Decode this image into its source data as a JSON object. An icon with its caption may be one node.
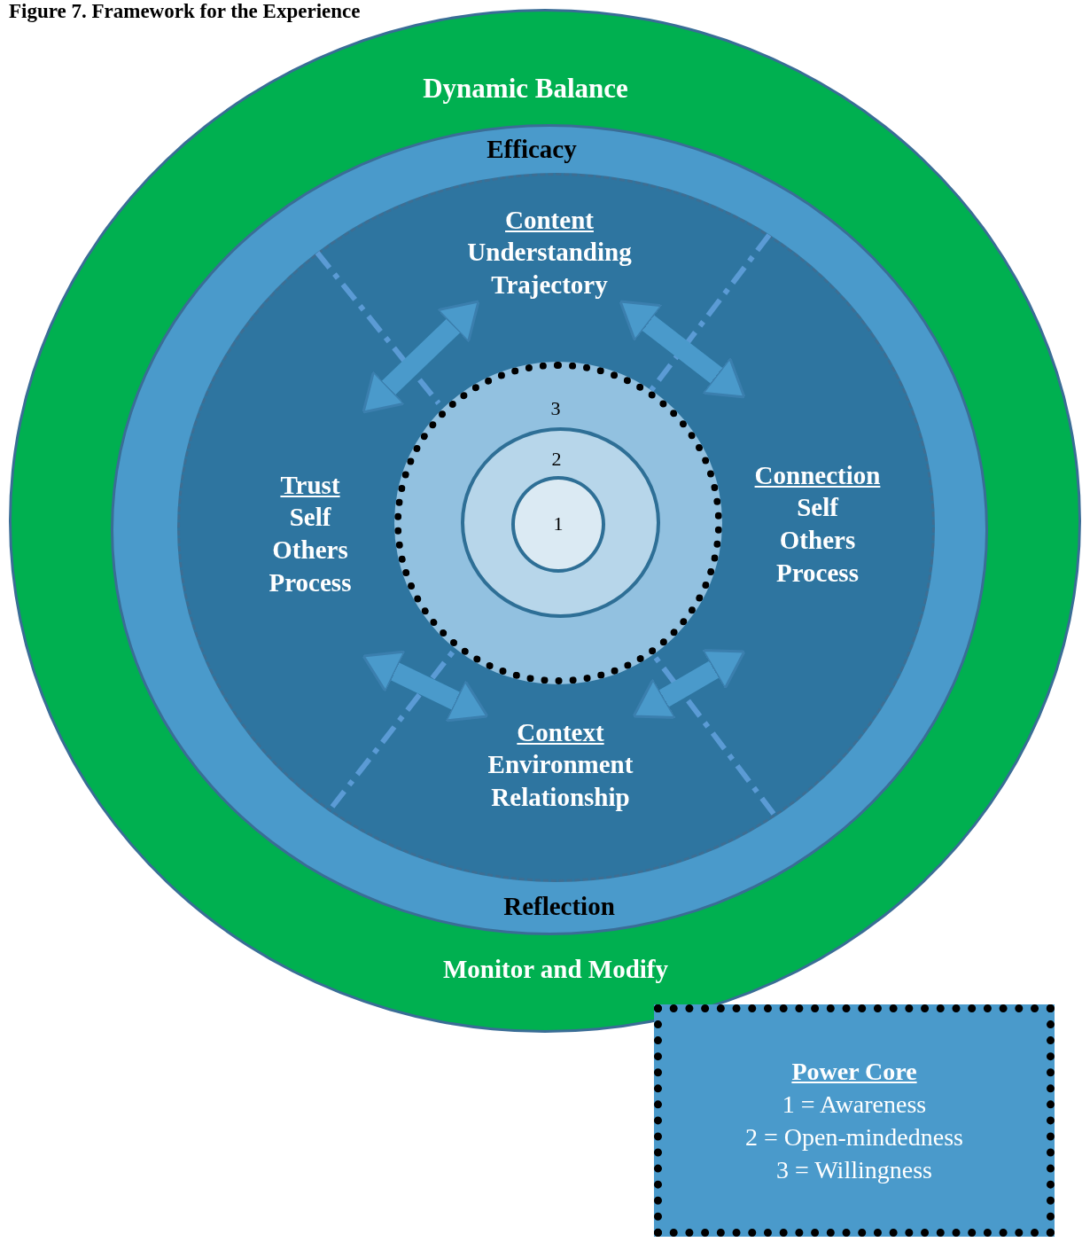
{
  "diagram": {
    "title": "Figure 7. Framework for the Experience",
    "nodes": [
      {
        "text": [
          "Dynamic Balance",
          "Monitor and Modify"
        ]
      },
      {
        "text": [
          "Efficacy",
          "Reflection"
        ],
        "in": 0
      },
      {
        "text": [],
        "shape": "circle",
        "in": 1
      },
      {
        "text": [
          "Content",
          "Understanding Trajectory"
        ],
        "in": 2
      },
      {
        "text": [
          "Trust",
          "Self Others Process"
        ],
        "in": 2
      },
      {
        "text": [
          "Connection",
          "Self Others Process"
        ],
        "in": 2
      },
      {
        "text": [
          "Context",
          "Environment Relationship"
        ],
        "in": 2
      },
      {
        "text": [
          "3"
        ],
        "in": 2
      },
      {
        "text": [
          "2"
        ],
        "in": 7
      },
      {
        "text": [
          "1"
        ],
        "in": 8
      },
      {
        "text": [
          "Power Core",
          "1 = Awareness",
          "2 = Open-mindedness",
          "3 = Willingness"
        ]
      }
    ],
    "edges": [
      {
        "from": 4,
        "to": 3,
        "arrow": "both"
      },
      {
        "from": 3,
        "to": 5,
        "arrow": "both"
      },
      {
        "from": 4,
        "to": 6,
        "arrow": "both"
      },
      {
        "from": 6,
        "to": 5,
        "arrow": "both"
      }
    ]
  }
}
